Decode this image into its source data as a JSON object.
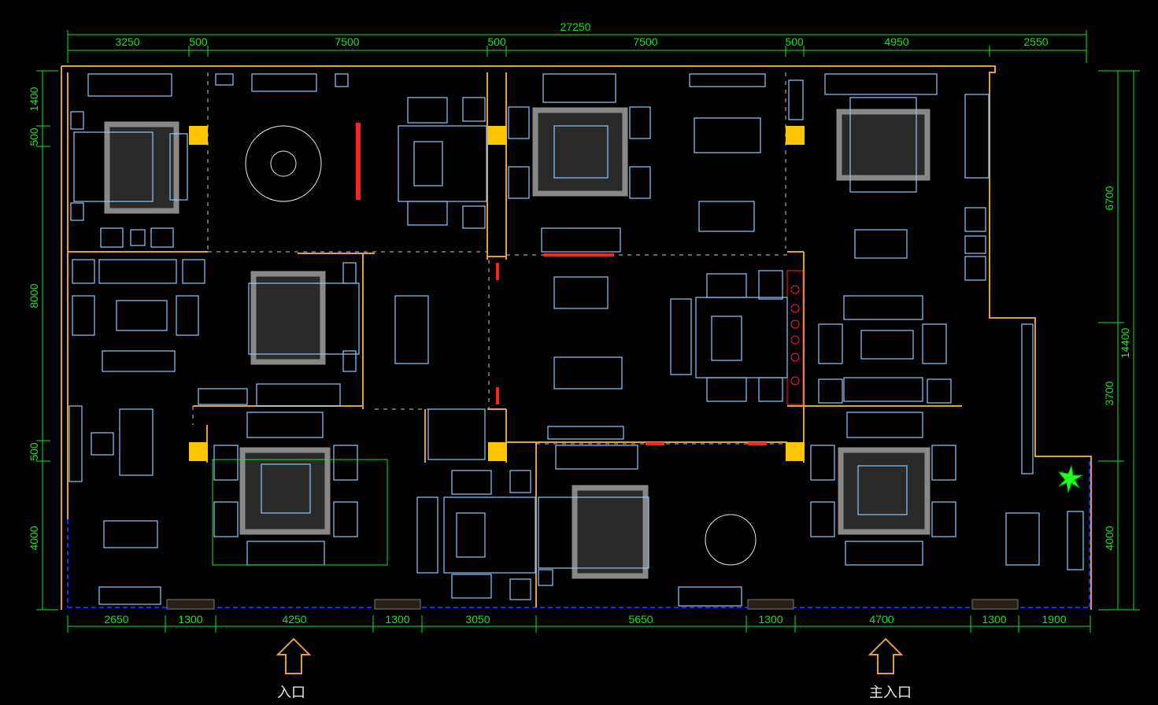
{
  "dimensions": {
    "overall_top": "27250",
    "top": [
      "3250",
      "500",
      "7500",
      "500",
      "7500",
      "500",
      "4950",
      "2550"
    ],
    "bottom": [
      "2650",
      "1300",
      "4250",
      "1300",
      "3050",
      "5650",
      "1300",
      "4700",
      "1300",
      "1900"
    ],
    "left": [
      "1400",
      "500",
      "8000",
      "500",
      "4000"
    ],
    "right": [
      "6700",
      "3700",
      "4000"
    ],
    "right_total": "14400"
  },
  "entrances": {
    "entrance": "入口",
    "main_entrance": "主入口"
  },
  "colors": {
    "dimension": "#19e619",
    "wall": "#e0a040",
    "column": "#ffc400",
    "furniture": "#8fc8ff",
    "glass": "#1a2aff",
    "fire": "#ff2020"
  }
}
